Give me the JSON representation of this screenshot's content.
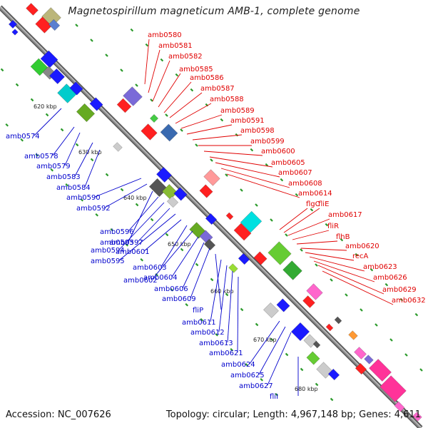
{
  "title": "Magnetospirillum magneticum AMB-1, complete genome",
  "accession_text": "Accession: NC_007626",
  "summary_text": "Topology: circular; Length: 4,967,148 bp; Genes: 4,611",
  "colors": {
    "forward_label": "#e00000",
    "reverse_label": "#0000cc",
    "backbone": "#8a8a8a",
    "tick_dot": "#2a9a2a"
  },
  "ticks": [
    "620 kbp",
    "630 kbp",
    "640 kbp",
    "650 kbp",
    "660 kbp",
    "670 kbp",
    "680 kbp"
  ],
  "forward_genes": [
    "amb0580",
    "amb0581",
    "amb0582",
    "amb0585",
    "amb0586",
    "amb0587",
    "amb0588",
    "amb0589",
    "amb0591",
    "amb0598",
    "amb0599",
    "amb0600",
    "amb0605",
    "amb0607",
    "amb0608",
    "amb0614",
    "flgC",
    "fliE",
    "amb0617",
    "fliR",
    "flhB",
    "amb0620",
    "recA",
    "amb0623",
    "amb0626",
    "amb0629",
    "amb0632"
  ],
  "reverse_genes": [
    "amb0574",
    "amb0578",
    "amb0579",
    "amb0583",
    "amb0584",
    "amb0590",
    "amb0592",
    "amb0593",
    "amb0596",
    "amb0594",
    "amb0597",
    "amb0595",
    "amb0601",
    "amb0603",
    "amb0602",
    "amb0604",
    "amb0606",
    "amb0609",
    "fliP",
    "amb0611",
    "amb0612",
    "amb0613",
    "amb0621",
    "amb0624",
    "amb0625",
    "amb0627",
    "fliI"
  ]
}
